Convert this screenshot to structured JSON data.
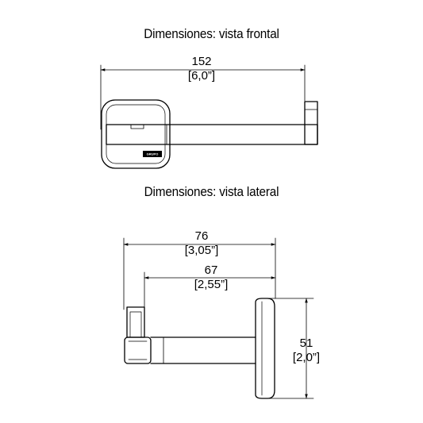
{
  "front_view": {
    "title": "Dimensiones: vista frontal",
    "width": {
      "mm": "152",
      "inches": "[6,0”]"
    },
    "brand_plate": "GRUPO"
  },
  "side_view": {
    "title": "Dimensiones: vista lateral",
    "depth_total": {
      "mm": "76",
      "inches": "[3,05”]"
    },
    "depth_arm": {
      "mm": "67",
      "inches": "[2,55”]"
    },
    "height": {
      "mm": "51",
      "inches": "[2,0”]"
    }
  },
  "colors": {
    "line": "#000000",
    "background": "#ffffff"
  }
}
